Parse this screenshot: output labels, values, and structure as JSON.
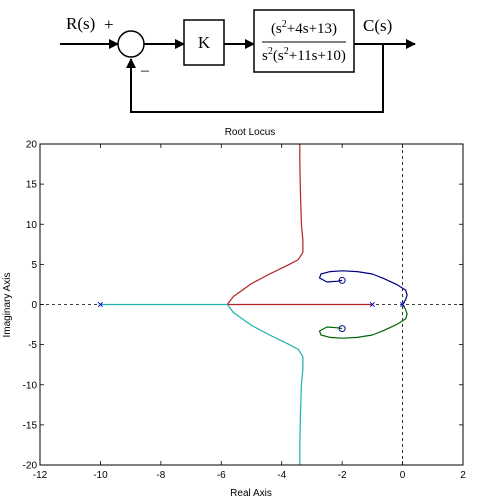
{
  "block_diagram": {
    "input_label": "R(s)",
    "sum_sign_plus": "+",
    "sum_sign_minus": "–",
    "gain_label": "K",
    "tf_num_a": "(s",
    "tf_num_b": "2",
    "tf_num_c": "+4s+13)",
    "tf_den_a": "s",
    "tf_den_b": "2",
    "tf_den_c": "(s",
    "tf_den_d": "2",
    "tf_den_e": "+11s+10)",
    "output_label": "C(s)"
  },
  "chart_data": {
    "type": "line",
    "title": "Root Locus",
    "xlabel": "Real Axis",
    "ylabel": "Imaginary Axis",
    "xlim": [
      -12,
      2
    ],
    "ylim": [
      -20,
      20
    ],
    "xticks": [
      -12,
      -10,
      -8,
      -6,
      -4,
      -2,
      0,
      2
    ],
    "yticks": [
      -20,
      -15,
      -10,
      -5,
      0,
      5,
      10,
      15,
      20
    ],
    "grid": false,
    "poles": [
      [
        0,
        0
      ],
      [
        -1,
        0
      ],
      [
        -10,
        0
      ]
    ],
    "zeros": [
      [
        -2,
        3
      ],
      [
        -2,
        -3
      ]
    ],
    "series": [
      {
        "color": "#000080",
        "points": [
          [
            0,
            0
          ],
          [
            0.1,
            0.6
          ],
          [
            0.15,
            1.2
          ],
          [
            0.1,
            1.8
          ],
          [
            -0.2,
            2.5
          ],
          [
            -0.6,
            3.2
          ],
          [
            -1.0,
            3.8
          ],
          [
            -1.5,
            4.1
          ],
          [
            -2.0,
            4.2
          ],
          [
            -2.4,
            4.1
          ],
          [
            -2.7,
            3.8
          ],
          [
            -2.75,
            3.3
          ],
          [
            -2.5,
            2.8
          ],
          [
            -2.15,
            2.9
          ],
          [
            -2.0,
            3.0
          ]
        ]
      },
      {
        "color": "#006400",
        "points": [
          [
            0,
            0
          ],
          [
            0.1,
            -0.6
          ],
          [
            0.15,
            -1.2
          ],
          [
            0.1,
            -1.8
          ],
          [
            -0.2,
            -2.5
          ],
          [
            -0.6,
            -3.2
          ],
          [
            -1.0,
            -3.8
          ],
          [
            -1.5,
            -4.1
          ],
          [
            -2.0,
            -4.2
          ],
          [
            -2.4,
            -4.1
          ],
          [
            -2.7,
            -3.8
          ],
          [
            -2.75,
            -3.3
          ],
          [
            -2.5,
            -2.8
          ],
          [
            -2.15,
            -2.9
          ],
          [
            -2.0,
            -3.0
          ]
        ]
      },
      {
        "color": "#B22222",
        "points": [
          [
            -1,
            0
          ],
          [
            -5.8,
            0
          ],
          [
            -5.6,
            1.0
          ],
          [
            -5.0,
            2.6
          ],
          [
            -4.4,
            3.8
          ],
          [
            -3.8,
            4.9
          ],
          [
            -3.45,
            5.6
          ],
          [
            -3.3,
            6.5
          ],
          [
            -3.3,
            8.0
          ],
          [
            -3.35,
            10.0
          ],
          [
            -3.38,
            14.0
          ],
          [
            -3.4,
            18.0
          ],
          [
            -3.4,
            20.0
          ]
        ]
      },
      {
        "color": "#20B2AA",
        "points": [
          [
            -10,
            0
          ],
          [
            -5.8,
            0
          ],
          [
            -5.6,
            -1.0
          ],
          [
            -5.0,
            -2.6
          ],
          [
            -4.4,
            -3.8
          ],
          [
            -3.8,
            -4.9
          ],
          [
            -3.45,
            -5.6
          ],
          [
            -3.3,
            -6.5
          ],
          [
            -3.3,
            -8.0
          ],
          [
            -3.35,
            -10.0
          ],
          [
            -3.38,
            -14.0
          ],
          [
            -3.4,
            -18.0
          ],
          [
            -3.4,
            -20.0
          ]
        ]
      }
    ]
  }
}
